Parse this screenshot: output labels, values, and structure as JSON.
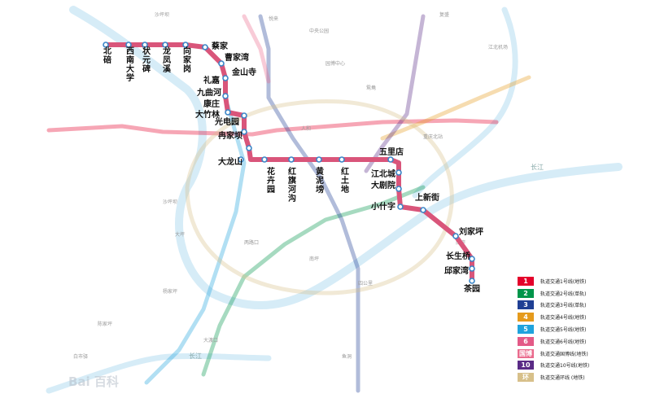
{
  "stations": [
    {
      "name": "北碚",
      "vertical": true
    },
    {
      "name": "西南大学",
      "vertical": true
    },
    {
      "name": "状元碑",
      "vertical": true
    },
    {
      "name": "龙凤溪",
      "vertical": true
    },
    {
      "name": "向家岗",
      "vertical": true
    },
    {
      "name": "蔡家",
      "vertical": false
    },
    {
      "name": "曹家湾",
      "vertical": false
    },
    {
      "name": "金山寺",
      "vertical": false
    },
    {
      "name": "礼嘉",
      "vertical": false
    },
    {
      "name": "九曲河",
      "vertical": false
    },
    {
      "name": "康庄",
      "vertical": false
    },
    {
      "name": "大竹林",
      "vertical": false
    },
    {
      "name": "光电园",
      "vertical": false
    },
    {
      "name": "冉家坝",
      "vertical": false
    },
    {
      "name": "大龙山",
      "vertical": false
    },
    {
      "name": "花卉园",
      "vertical": true
    },
    {
      "name": "红旗河沟",
      "vertical": true
    },
    {
      "name": "黄泥塝",
      "vertical": true
    },
    {
      "name": "红土地",
      "vertical": true
    },
    {
      "name": "五里店",
      "vertical": false
    },
    {
      "name": "江北城",
      "vertical": false
    },
    {
      "name": "大剧院",
      "vertical": false
    },
    {
      "name": "小什字",
      "vertical": false
    },
    {
      "name": "上新街",
      "vertical": false
    },
    {
      "name": "刘家坪",
      "vertical": false
    },
    {
      "name": "长生桥",
      "vertical": false
    },
    {
      "name": "邱家湾",
      "vertical": false
    },
    {
      "name": "茶园",
      "vertical": false
    }
  ],
  "main_line_color": "#d9557a",
  "river_label": "长江",
  "legend": [
    {
      "badge": "1",
      "label": "轨道交通1号线(地铁)",
      "color": "#e4002b"
    },
    {
      "badge": "2",
      "label": "轨道交通2号线(单轨)",
      "color": "#00954a"
    },
    {
      "badge": "3",
      "label": "轨道交通3号线(单轨)",
      "color": "#1f3f94"
    },
    {
      "badge": "4",
      "label": "轨道交通4号线(地铁)",
      "color": "#e59a1c"
    },
    {
      "badge": "5",
      "label": "轨道交通5号线(地铁)",
      "color": "#1fa3dd"
    },
    {
      "badge": "6",
      "label": "轨道交通6号线(地铁)",
      "color": "#e35a87"
    },
    {
      "badge": "国博",
      "label": "轨道交通国博线(地铁)",
      "color": "#ea6b8d"
    },
    {
      "badge": "10",
      "label": "轨道交通10号线(地铁)",
      "color": "#5a2b86"
    },
    {
      "badge": "环",
      "label": "轨道交通环线 (地铁)",
      "color": "#d7c08a"
    }
  ],
  "watermark": "Bai 百科"
}
